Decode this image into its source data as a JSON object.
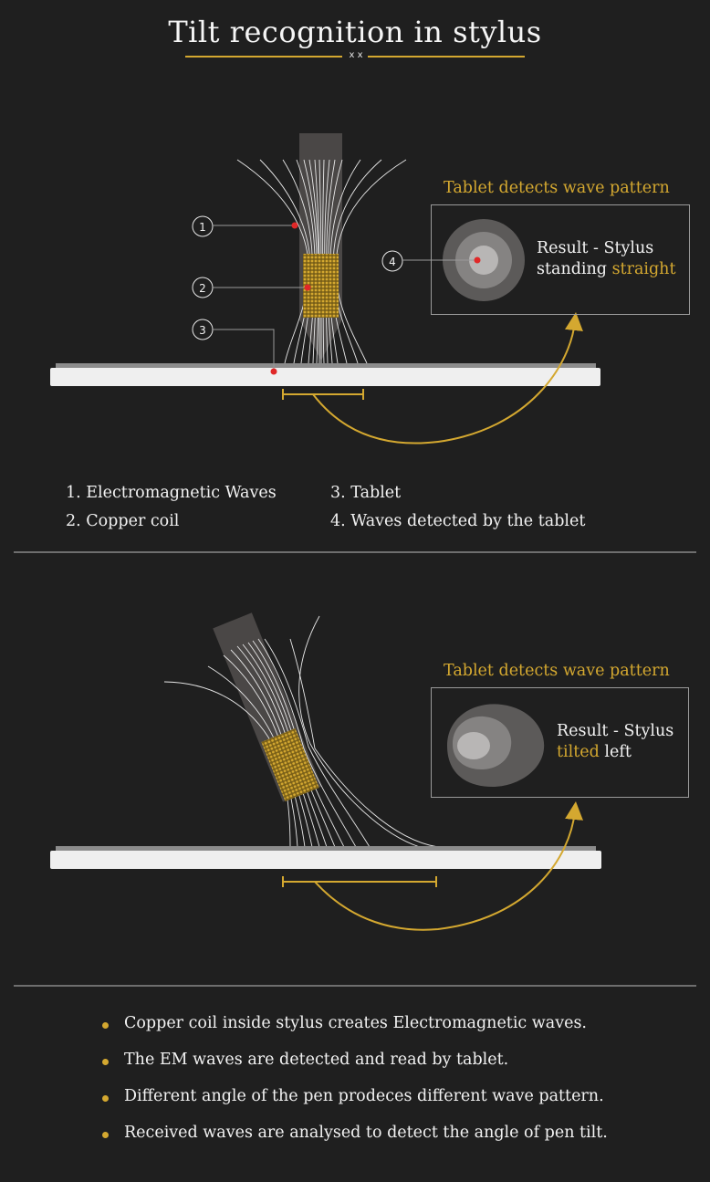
{
  "title": "Tilt recognition in stylus",
  "title_mark": "x x",
  "colors": {
    "background": "#1f1f1f",
    "accent": "#d4a830",
    "marker": "#e02828"
  },
  "straight_panel": {
    "heading": "Tablet detects wave pattern",
    "result_prefix": "Result - Stylus",
    "result_line2_start": "standing ",
    "result_highlight": "straight",
    "callouts": [
      "1",
      "2",
      "3",
      "4"
    ]
  },
  "legend": {
    "items": [
      "1. Electromagnetic Waves",
      "2. Copper coil",
      "3. Tablet",
      "4. Waves detected by the tablet"
    ]
  },
  "tilted_panel": {
    "heading": "Tablet detects wave pattern",
    "result_prefix": "Result - Stylus",
    "result_highlight": "tilted",
    "result_line2_end": " left"
  },
  "bullets": [
    "Copper coil inside stylus creates Electromagnetic waves.",
    "The EM waves are detected and read by tablet.",
    "Different angle of the pen prodeces different wave pattern.",
    "Received waves are analysed to detect the angle of pen tilt."
  ]
}
